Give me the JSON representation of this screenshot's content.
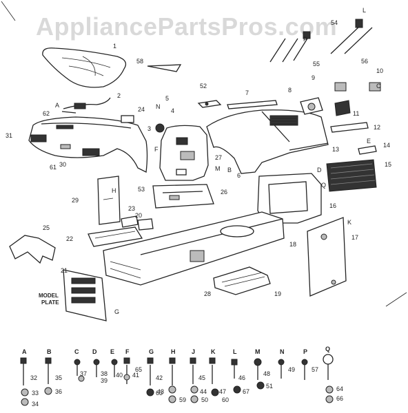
{
  "watermark": "AppliancePartsPros.com",
  "model_plate": [
    "MODEL",
    "PLATE"
  ],
  "part_numbers": [
    "1",
    "2",
    "3",
    "4",
    "5",
    "6",
    "7",
    "8",
    "9",
    "10",
    "11",
    "12",
    "13",
    "14",
    "15",
    "16",
    "17",
    "18",
    "19",
    "20",
    "21",
    "22",
    "23",
    "24",
    "25",
    "26",
    "27",
    "28",
    "29",
    "30",
    "31",
    "32",
    "33",
    "34",
    "35",
    "36",
    "37",
    "38",
    "39",
    "40",
    "41",
    "42",
    "43",
    "44",
    "45",
    "46",
    "47",
    "48",
    "49",
    "50",
    "51",
    "52",
    "53",
    "54",
    "55",
    "56",
    "57",
    "58",
    "59",
    "60",
    "61",
    "62",
    "63",
    "64",
    "65",
    "66",
    "67"
  ],
  "hardware_letters": [
    "A",
    "B",
    "C",
    "D",
    "E",
    "F",
    "G",
    "H",
    "J",
    "K",
    "L",
    "M",
    "N",
    "P",
    "Q"
  ],
  "callout_letters": [
    "A",
    "B",
    "C",
    "D",
    "E",
    "F",
    "G",
    "H",
    "K",
    "L",
    "M",
    "N",
    "P",
    "Q"
  ]
}
